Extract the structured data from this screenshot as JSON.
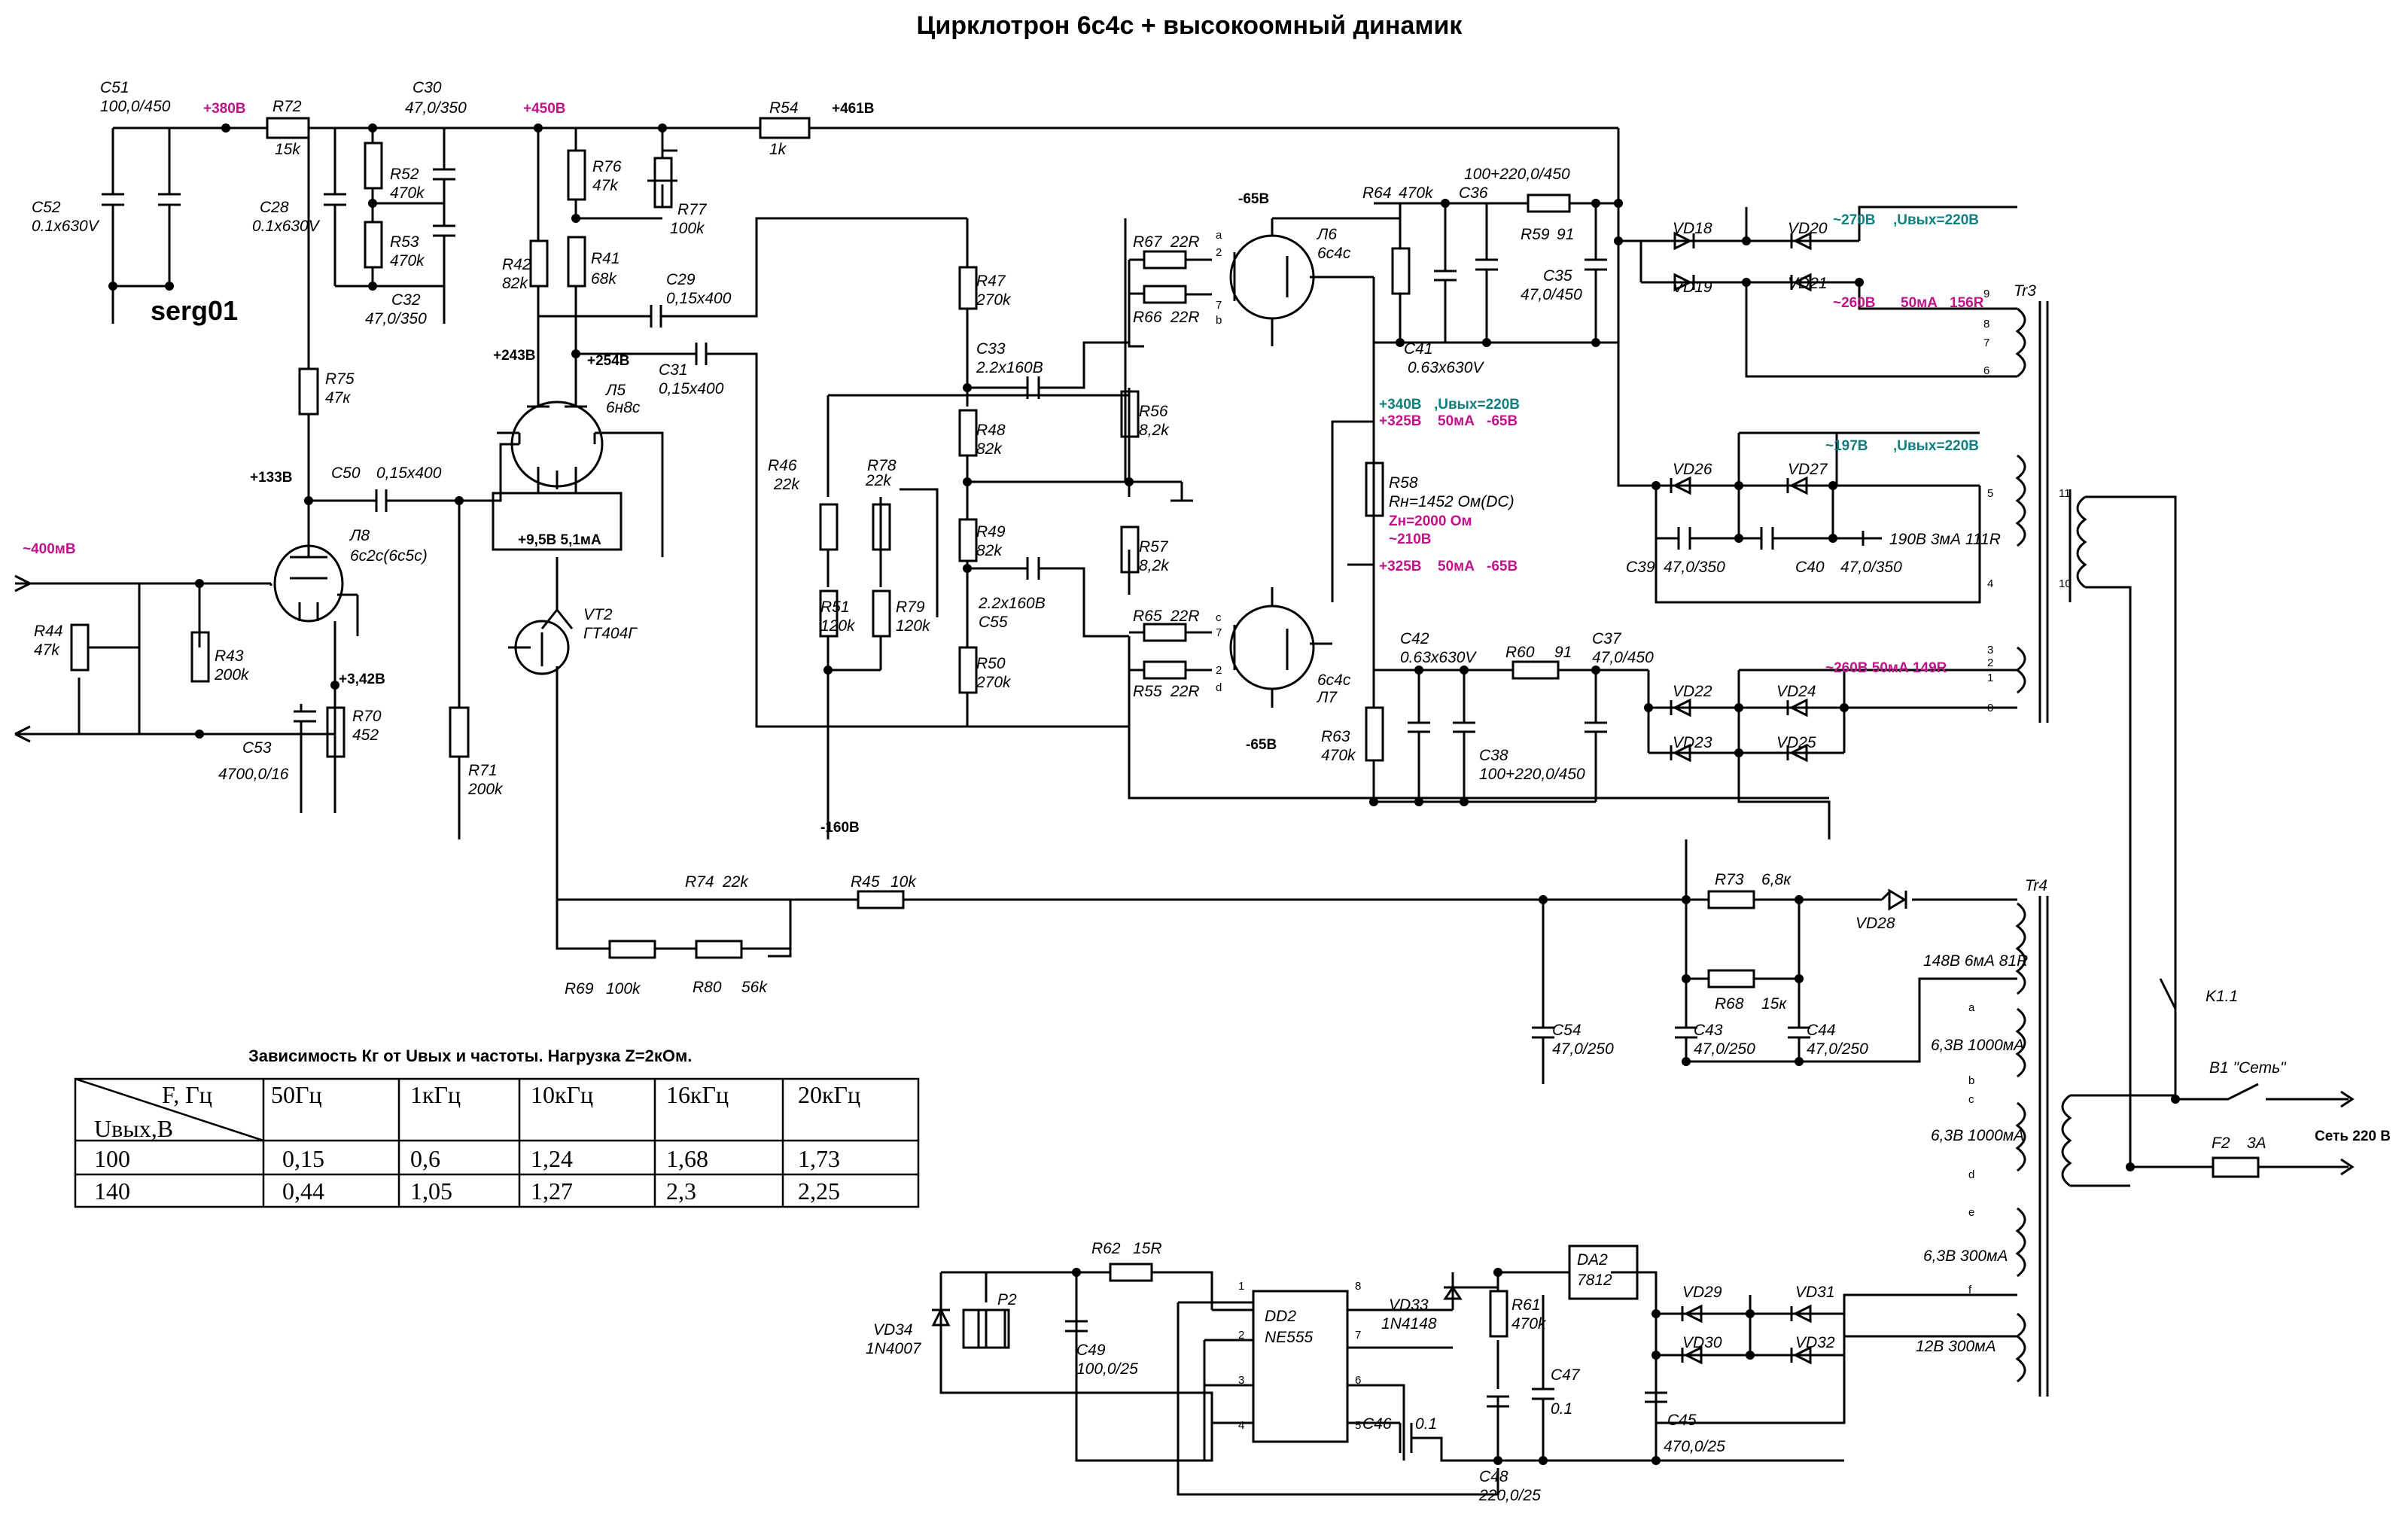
{
  "title": "Цирклотрон 6с4с + высокоомный динамик",
  "signature": "serg01",
  "colors": {
    "magenta": "#c0138a",
    "teal": "#0f7f7f",
    "ink": "#000000"
  },
  "labels": {
    "c51": "C51",
    "c51v": "100,0/450",
    "c52": "C52",
    "c52v": "0.1x630V",
    "v380": "+380В",
    "r72": "R72",
    "r72v": "15k",
    "c28": "C28",
    "c28v": "0.1x630V",
    "c30": "C30",
    "c30v": "47,0/350",
    "r52": "R52",
    "r52v": "470k",
    "r53": "R53",
    "r53v": "470k",
    "c32": "C32",
    "c32v": "47,0/350",
    "v450": "+450В",
    "r76": "R76",
    "r76v": "47k",
    "r77": "R77",
    "r77v": "100k",
    "r54": "R54",
    "r54v": "1k",
    "v461": "+461В",
    "r42": "R42",
    "r42v": "82k",
    "r41": "R41",
    "r41v": "68k",
    "c29": "C29",
    "c29v": "0,15x400",
    "c31": "C31",
    "c31v": "0,15x400",
    "v243": "+243В",
    "v254": "+254В",
    "l5": "Л5",
    "l5t": "6н8с",
    "l5f": "+9,5В 5,1мА",
    "r75": "R75",
    "r75v": "47к",
    "v133": "+133В",
    "c50": "C50",
    "c50v": "0,15x400",
    "v400mv": "~400мВ",
    "l8": "Л8",
    "l8t": "6с2с(6с5с)",
    "r44": "R44",
    "r44v": "47k",
    "r43": "R43",
    "r43v": "200k",
    "v342": "+3,42В",
    "c53": "C53",
    "c53v": "4700,0/16",
    "r70": "R70",
    "r70v": "452",
    "r71": "R71",
    "r71v": "200k",
    "vt2": "VT2",
    "vt2t": "ГТ404Г",
    "r47": "R47",
    "r47v": "270k",
    "c33": "C33",
    "c33v": "2.2x160В",
    "r48": "R48",
    "r48v": "82k",
    "r46": "R46",
    "r46v": "22k",
    "r78": "R78",
    "r78v": "22k",
    "r49": "R49",
    "r49v": "82k",
    "r51": "R51",
    "r51v": "120k",
    "r79": "R79",
    "r79v": "120k",
    "c55v": "2.2x160В",
    "c55": "C55",
    "r50": "R50",
    "r50v": "270k",
    "r56": "R56",
    "r56v": "8,2k",
    "r57": "R57",
    "r57v": "8,2k",
    "r67": "R67",
    "r66": "R66",
    "r65": "R65",
    "r55": "R55",
    "r22": "22R",
    "l6": "Л6",
    "l6t": "6с4с",
    "l7": "Л7",
    "l7t": "6с4с",
    "vm65a": "-65В",
    "vm65b": "-65В",
    "vm160": "-160В",
    "r64": "R64",
    "r64v": "470k",
    "c36": "C36",
    "c36v": "100+220,0/450",
    "r59": "R59",
    "r59v": "91",
    "c41": "C41",
    "c41v": "0.63x630V",
    "c35": "C35",
    "c35v": "47,0/450",
    "vd18": "VD18",
    "vd19": "VD19",
    "vd20": "VD20",
    "vd21": "VD21",
    "w270": "~270В",
    "uout220a": ",Uвых=220В",
    "w260a": "~260В",
    "w260a2": "50мА",
    "w260a3": "156R",
    "v340": "+340В",
    "uout220b": ",Uвых=220В",
    "v325a": "+325В",
    "v325a2": "50мА",
    "v325a3": "-65В",
    "r58": "R58",
    "rn": "Rн=1452 Ом(DC)",
    "zn": "Zн=2000 Ом",
    "w210": "~210В",
    "v325b": "+325В",
    "v325b2": "50мА",
    "v325b3": "-65В",
    "vd26": "VD26",
    "vd27": "VD27",
    "w197": "~197В",
    "uout220c": ",Uвых=220В",
    "c39": "C39",
    "c39v": "47,0/350",
    "c40": "C40",
    "c40v": "47,0/350",
    "b190": "190В  3мА  111R",
    "c42": "C42",
    "c42v": "0.63x630V",
    "r60": "R60",
    "r60v": "91",
    "c37": "C37",
    "c37v": "47,0/450",
    "vd22": "VD22",
    "vd23": "VD23",
    "vd24": "VD24",
    "vd25": "VD25",
    "w260b": "~260В  50мА  149R",
    "r63": "R63",
    "r63v": "470k",
    "c38": "C38",
    "c38v": "100+220,0/450",
    "tr3": "Tr3",
    "tr4": "Tr4",
    "r74": "R74",
    "r74v": "22k",
    "r45": "R45",
    "r45v": "10k",
    "r69": "R69",
    "r69v": "100k",
    "r80": "R80",
    "r80v": "56k",
    "r73": "R73",
    "r73v": "6,8к",
    "vd28": "VD28",
    "r68": "R68",
    "r68v": "15к",
    "c54": "C54",
    "c54v": "47,0/250",
    "c43": "C43",
    "c43v": "47,0/250",
    "c44": "C44",
    "c44v": "47,0/250",
    "w148": "148В 6мА 81R",
    "w63a": "6,3В  1000мА",
    "w63b": "6,3В  1000мА",
    "w63c": "6,3В  300мА",
    "w12": "12В  300мА",
    "k11": "K1.1",
    "b1": "В1 \"Сеть\"",
    "f2": "F2",
    "f2v": "3А",
    "mains": "Сеть 220 В",
    "r62": "R62",
    "r62v": "15R",
    "p2": "P2",
    "vd34": "VD34",
    "vd34t": "1N4007",
    "c49": "C49",
    "c49v": "100,0/25",
    "dd2": "DD2",
    "dd2t": "NE555",
    "vd33": "VD33",
    "vd33t": "1N4148",
    "r61": "R61",
    "r61v": "470k",
    "da2": "DA2",
    "da2t": "7812",
    "c47": "C47",
    "c47v": "0.1",
    "c46": "C46",
    "c46v": "0.1",
    "c48": "C48",
    "c48v": "220,0/25",
    "vd29": "VD29",
    "vd30": "VD30",
    "vd31": "VD31",
    "vd32": "VD32",
    "c45": "C45",
    "c45v": "470,0/25"
  },
  "table": {
    "caption": "Зависимость Кг от Uвых  и   частоты. Нагрузка Z=2кОм.",
    "corner_top": "F, Гц",
    "corner_bottom": "Uвых,В",
    "headers": [
      "50Гц",
      "1кГц",
      "10кГц",
      "16кГц",
      "20кГц"
    ],
    "rows": [
      {
        "u": "100",
        "vals": [
          "0,15",
          "0,6",
          "1,24",
          "1,68",
          "1,73"
        ]
      },
      {
        "u": "140",
        "vals": [
          "0,44",
          "1,05",
          "1,27",
          "2,3",
          "2,25"
        ]
      }
    ]
  }
}
